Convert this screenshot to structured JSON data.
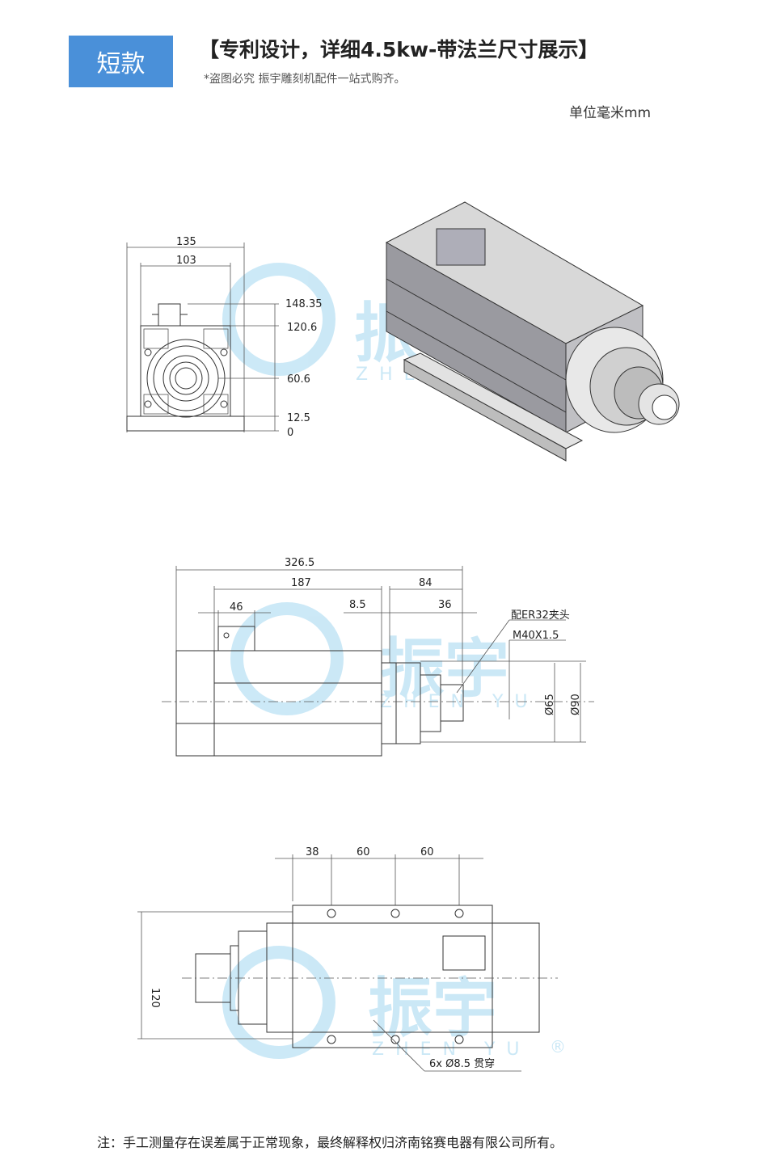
{
  "header": {
    "badge": "短款",
    "title": "【专利设计，详细4.5kw-带法兰尺寸展示】",
    "subtitle": "*盗图必究 振宇雕刻机配件一站式购齐。",
    "unit": "单位毫米mm"
  },
  "watermark": {
    "text": "振宇",
    "latin": "ZHEN YU",
    "mark": "®"
  },
  "front_view": {
    "width_outer": "135",
    "width_inner": "103",
    "h1": "148.35",
    "h2": "120.6",
    "h3": "60.6",
    "h4": "12.5",
    "h5": "0"
  },
  "side_view": {
    "total": "326.5",
    "body": "187",
    "nose": "84",
    "box": "46",
    "gap": "8.5",
    "thread_len": "36",
    "collet_note": "配ER32夹头",
    "thread_note": "M40X1.5",
    "dia_small": "Ø65",
    "dia_large": "Ø90"
  },
  "bottom_view": {
    "d1": "38",
    "d2": "60",
    "d3": "60",
    "height": "120",
    "holes_note": "6x Ø8.5 贯穿"
  },
  "footer": {
    "note": "注：手工测量存在误差属于正常现象，最终解释权归济南铭赛电器有限公司所有。"
  }
}
